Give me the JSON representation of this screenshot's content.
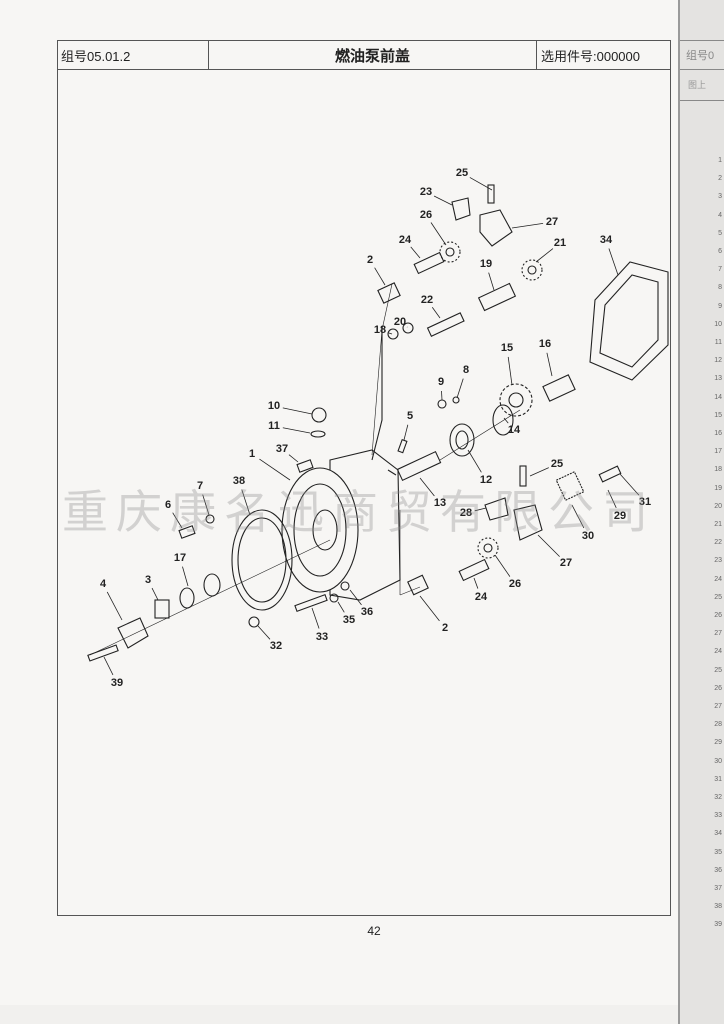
{
  "header": {
    "group_no": "组号05.01.2",
    "title": "燃油泵前盖",
    "part_no": "选用件号:000000"
  },
  "diagram": {
    "callouts": [
      "25",
      "23",
      "26",
      "27",
      "24",
      "21",
      "34",
      "2",
      "19",
      "22",
      "18",
      "20",
      "15",
      "16",
      "9",
      "8",
      "10",
      "11",
      "5",
      "14",
      "1",
      "37",
      "12",
      "25",
      "13",
      "38",
      "7",
      "6",
      "28",
      "31",
      "29",
      "30",
      "27",
      "17",
      "4",
      "3",
      "26",
      "24",
      "36",
      "35",
      "2",
      "33",
      "32",
      "39"
    ]
  },
  "page_number": "42",
  "watermark": "重庆康名迅商贸有限公司",
  "next_page": {
    "header": "组号0",
    "sub": "图上",
    "numbers": [
      "1",
      "2",
      "3",
      "4",
      "5",
      "6",
      "7",
      "8",
      "9",
      "10",
      "11",
      "12",
      "13",
      "14",
      "15",
      "16",
      "17",
      "18",
      "19",
      "20",
      "21",
      "22",
      "23",
      "24",
      "25",
      "26",
      "27",
      "24",
      "25",
      "26",
      "27",
      "28",
      "29",
      "30",
      "31",
      "32",
      "33",
      "34",
      "35",
      "36",
      "37",
      "38",
      "39"
    ]
  }
}
